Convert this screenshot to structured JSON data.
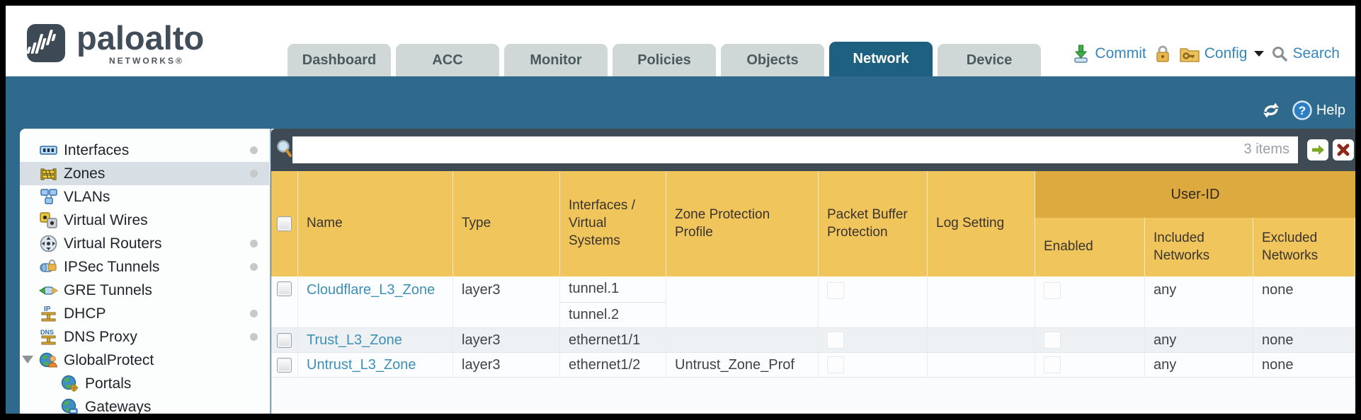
{
  "colors": {
    "teal_band": "#2f6a8c",
    "active_tab": "#1e6080",
    "toolbar_strip": "#3e4b54",
    "table_header_yellow": "#f0c55c",
    "user_id_band": "#dcaa3e",
    "top_link_blue": "#3586bb",
    "row_link_blue": "#3d8fb5"
  },
  "header": {
    "brand": "paloalto",
    "brand_sub": "NETWORKS®",
    "tabs": [
      "Dashboard",
      "ACC",
      "Monitor",
      "Policies",
      "Objects",
      "Network",
      "Device"
    ],
    "active_tab": "Network",
    "commit_label": "Commit",
    "config_label": "Config",
    "search_label": "Search"
  },
  "toolbar": {
    "help_label": "Help"
  },
  "sidebar": {
    "selected": "Zones",
    "items": [
      "Interfaces",
      "Zones",
      "VLANs",
      "Virtual Wires",
      "Virtual Routers",
      "IPSec Tunnels",
      "GRE Tunnels",
      "DHCP",
      "DNS Proxy",
      "GlobalProtect",
      "Portals",
      "Gateways"
    ]
  },
  "filter": {
    "value": "",
    "count": "3 items"
  },
  "table": {
    "group_header": "User-ID",
    "columns": [
      "Name",
      "Type",
      "Interfaces / Virtual Systems",
      "Zone Protection Profile",
      "Packet Buffer Protection",
      "Log Setting",
      "Enabled",
      "Included Networks",
      "Excluded Networks"
    ],
    "rows": [
      {
        "name": "Cloudflare_L3_Zone",
        "type": "layer3",
        "interfaces": [
          "tunnel.1",
          "tunnel.2"
        ],
        "zone_protection_profile": "",
        "log_setting": "",
        "included_networks": "any",
        "excluded_networks": "none"
      },
      {
        "name": "Trust_L3_Zone",
        "type": "layer3",
        "interfaces": [
          "ethernet1/1"
        ],
        "zone_protection_profile": "",
        "log_setting": "",
        "included_networks": "any",
        "excluded_networks": "none"
      },
      {
        "name": "Untrust_L3_Zone",
        "type": "layer3",
        "interfaces": [
          "ethernet1/2"
        ],
        "zone_protection_profile": "Untrust_Zone_Prof",
        "log_setting": "",
        "included_networks": "any",
        "excluded_networks": "none"
      }
    ]
  }
}
